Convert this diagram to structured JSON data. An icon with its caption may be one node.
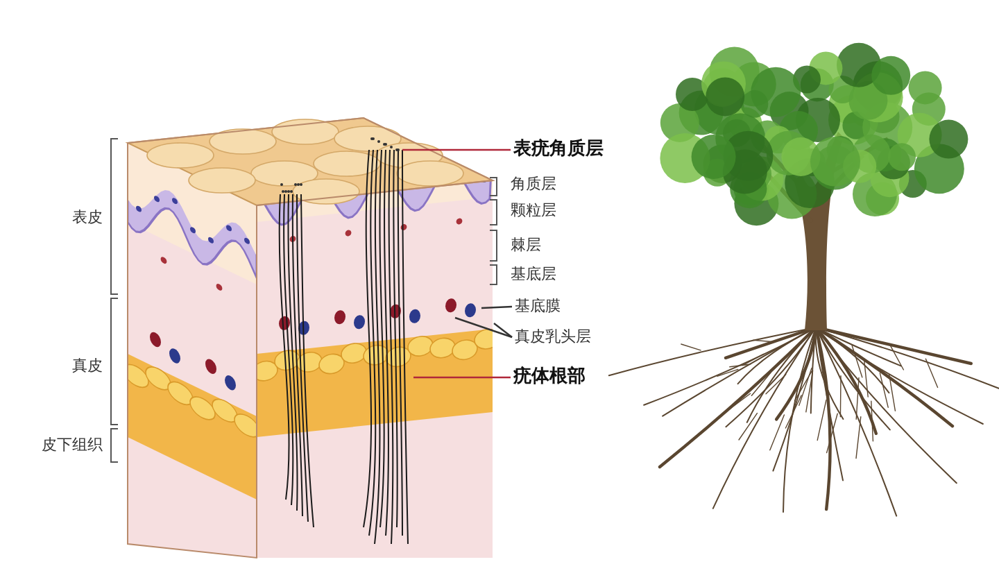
{
  "diagram": {
    "nodes": [
      {
        "text": [
          "表疣角质层"
        ]
      },
      {
        "text": [
          "基底膜"
        ]
      },
      {
        "text": [
          "真皮乳头层"
        ]
      },
      {
        "text": [
          "疣体根部"
        ]
      }
    ],
    "edges": [
      {
        "from": 0,
        "to": null,
        "arrow": "none",
        "color": "#b0283a"
      },
      {
        "from": 1,
        "to": null,
        "arrow": "none"
      },
      {
        "from": 2,
        "to": null,
        "arrow": "none"
      },
      {
        "from": 2,
        "to": null,
        "arrow": "none"
      },
      {
        "from": 3,
        "to": null,
        "arrow": "none",
        "color": "#b0283a"
      }
    ],
    "labels": [
      "表皮",
      "真皮",
      "皮下组织",
      "角质层",
      "颗粒层",
      "棘层",
      "基底层"
    ]
  }
}
